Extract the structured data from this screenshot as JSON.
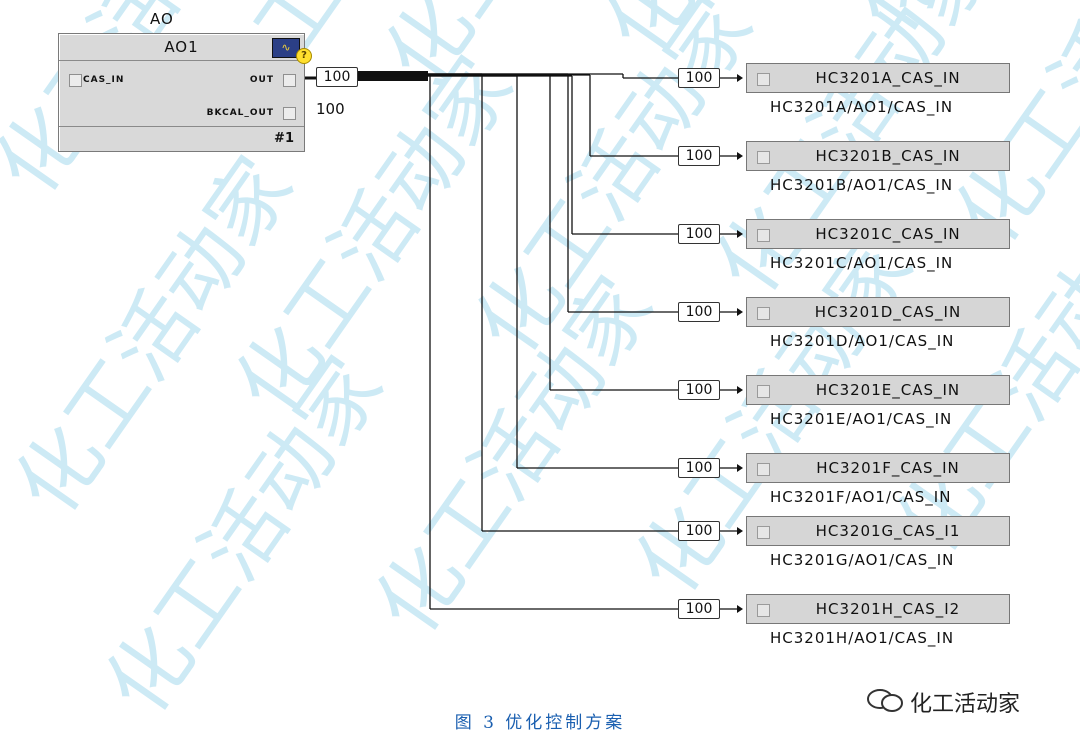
{
  "source_block": {
    "type_label": "AO",
    "name": "AO1",
    "pins": {
      "cas_in": "CAS_IN",
      "out": "OUT",
      "bkcal_out": "BKCAL_OUT"
    },
    "out_value": "100",
    "bkcal_value": "100",
    "footer": "#1",
    "icon": "waveform-icon",
    "help_icon": "?"
  },
  "targets": [
    {
      "value": "100",
      "name": "HC3201A_CAS_IN",
      "path": "HC3201A/AO1/CAS_IN"
    },
    {
      "value": "100",
      "name": "HC3201B_CAS_IN",
      "path": "HC3201B/AO1/CAS_IN"
    },
    {
      "value": "100",
      "name": "HC3201C_CAS_IN",
      "path": "HC3201C/AO1/CAS_IN"
    },
    {
      "value": "100",
      "name": "HC3201D_CAS_IN",
      "path": "HC3201D/AO1/CAS_IN"
    },
    {
      "value": "100",
      "name": "HC3201E_CAS_IN",
      "path": "HC3201E/AO1/CAS_IN"
    },
    {
      "value": "100",
      "name": "HC3201F_CAS_IN",
      "path": "HC3201F/AO1/CAS_IN"
    },
    {
      "value": "100",
      "name": "HC3201G_CAS_I1",
      "path": "HC3201G/AO1/CAS_IN"
    },
    {
      "value": "100",
      "name": "HC3201H_CAS_I2",
      "path": "HC3201H/AO1/CAS_IN"
    }
  ],
  "caption": "图 3   优化控制方案",
  "brand": "化工活动家",
  "watermark_text": "化工活动家",
  "colors": {
    "block_bg": "#d9d9d9",
    "caption": "#1a5fb0",
    "watermark": "#cdeaf5"
  }
}
